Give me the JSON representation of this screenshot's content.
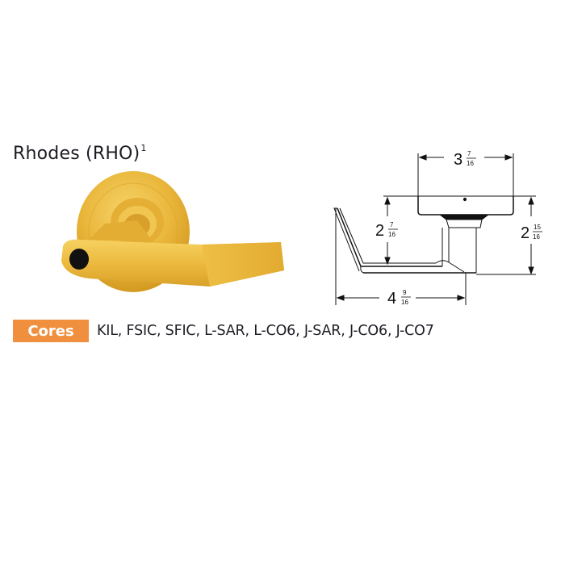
{
  "product": {
    "name": "Rhodes (RHO)",
    "footnote": "1",
    "finish_color": "#e8b33a"
  },
  "cores": {
    "label": "Cores",
    "badge_color": "#f0903e",
    "list": "KIL, FSIC, SFIC, L-SAR, L-CO6, J-SAR, J-CO6, J-CO7"
  },
  "dimensions": {
    "rose_diameter": {
      "whole": "3",
      "num": "7",
      "den": "16"
    },
    "lever_height": {
      "whole": "2",
      "num": "7",
      "den": "16"
    },
    "overall_height": {
      "whole": "2",
      "num": "15",
      "den": "16"
    },
    "lever_length": {
      "whole": "4",
      "num": "9",
      "den": "16"
    }
  }
}
